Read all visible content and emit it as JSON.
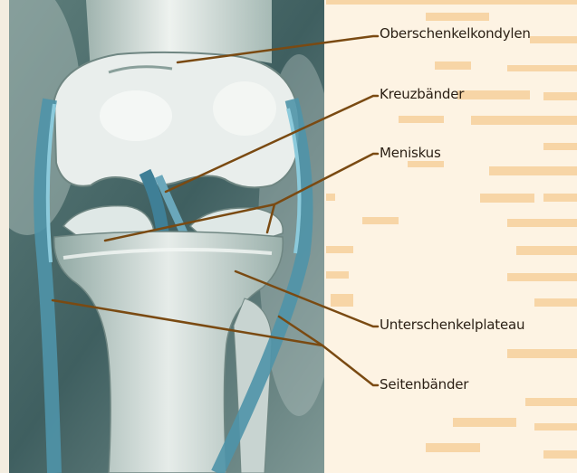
{
  "labels": [
    "Oberschenkelkondylen",
    "Kreuzbänder",
    "Meniskus",
    "Unterschenkelplateau",
    "Seitenbänder"
  ],
  "colors": {
    "background": "#fdf3e3",
    "stripe": "#f7d5a6",
    "leader_line": "#7a4a12",
    "bone": "#dfe6e3",
    "ligament": "#4f93a8"
  }
}
